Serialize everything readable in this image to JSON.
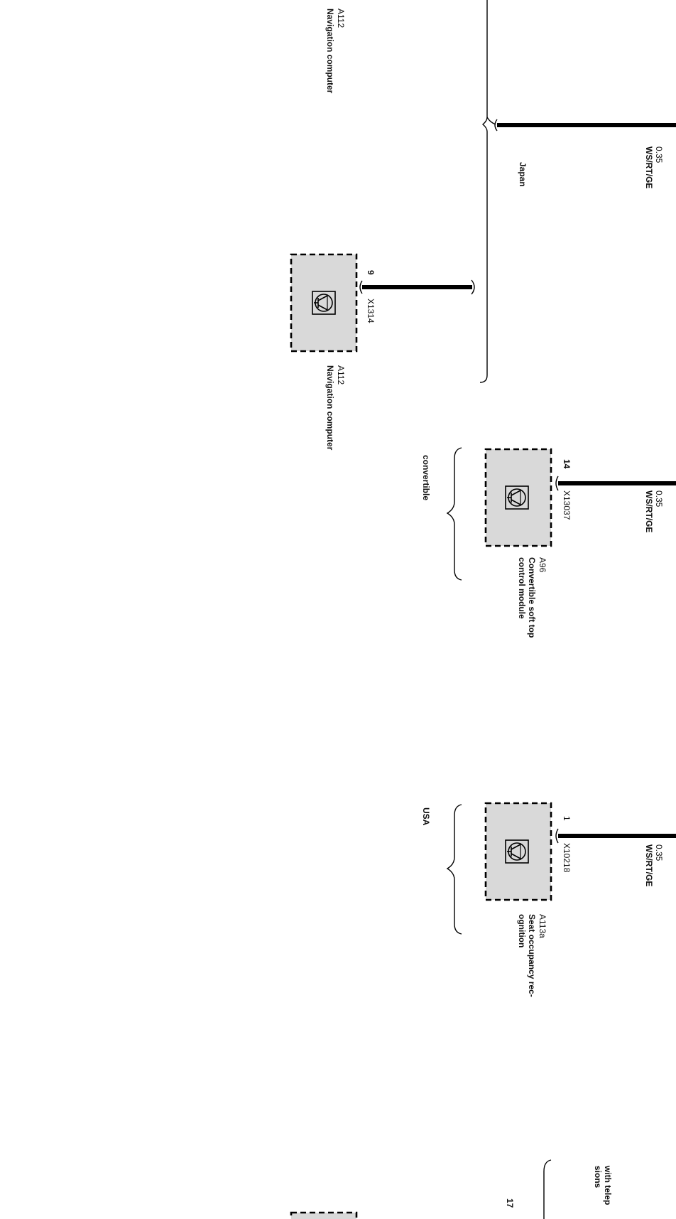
{
  "wires": [
    {
      "gauge": "0.35",
      "color": "WS/RT/GE"
    },
    {
      "gauge": "0.35",
      "color": "WS/RT/GE"
    },
    {
      "gauge": "0.35",
      "color": "WS/RT/GE"
    }
  ],
  "variants": {
    "japan": "Japan",
    "convertible": "convertible",
    "usa": "USA",
    "telephone": "with telep",
    "telephone_line2": "sions"
  },
  "components": [
    {
      "id": "A112",
      "name": "Navigation computer"
    },
    {
      "id": "A112",
      "name": "Navigation computer",
      "connector": "X1314",
      "pin": "9"
    },
    {
      "id": "A96",
      "name_line1": "Convertible soft top",
      "name_line2": "control module",
      "connector": "X13037",
      "pin": "14"
    },
    {
      "id": "A113a",
      "name_line1": "Seat occupancy rec-",
      "name_line2": "ognition",
      "connector": "X10218",
      "pin": "1"
    },
    {
      "pin": "17"
    }
  ],
  "icons": {
    "component_symbol": "transistor-circle-icon"
  }
}
